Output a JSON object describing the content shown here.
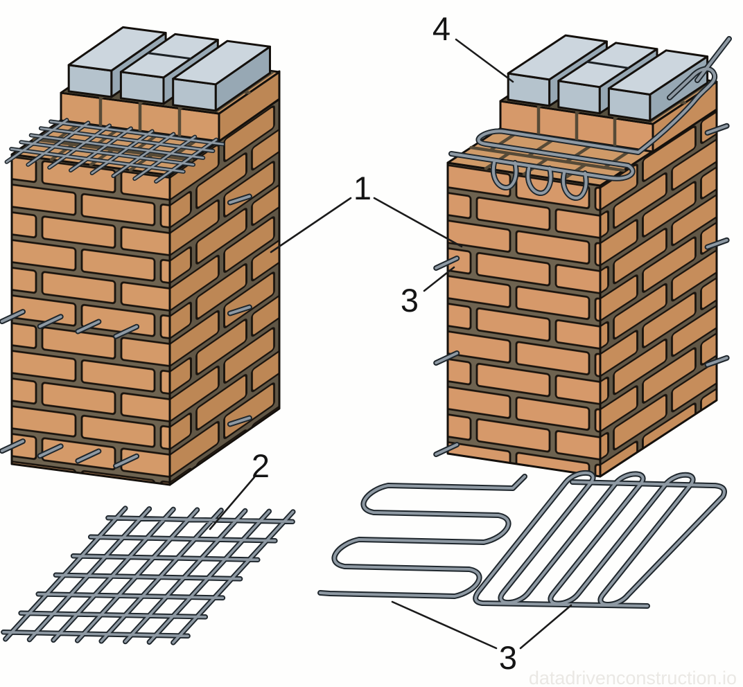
{
  "callouts": {
    "masonry": "1",
    "welded_mesh": "2",
    "rod_upper": "3",
    "rods_lower": "3",
    "caps": "4"
  },
  "watermark": "datadrivenconstruction.io",
  "colors": {
    "bg": "#fefefd",
    "brick_front": "#d49a69",
    "brick_side": "#bd8755",
    "brick_front_r": "#d6996a",
    "brick_side_r": "#c68d5b",
    "mortar": "#6e6350",
    "mortar_side": "#615746",
    "top_face": "#cf9a68",
    "cap_top": "#ccd6de",
    "cap_front": "#b5c3cd",
    "cap_side": "#97a8b4",
    "cap_bed": "#57503f",
    "wire_o": "#1e262c",
    "wire_i": "#8e99a3",
    "line": "#1b1b1b",
    "watermark_color": "#eae8e4"
  }
}
